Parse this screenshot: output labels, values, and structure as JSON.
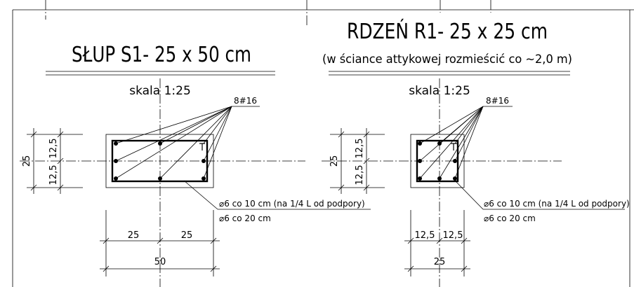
{
  "left": {
    "title": "SŁUP S1- 25 x 50 cm",
    "scale": "skala 1:25",
    "bars": "8#16",
    "stirrup1": "⌀6 co 10 cm (na 1/4 L od podpory)",
    "stirrup2": "⌀6 co 20 cm",
    "dim_h_total": "25",
    "dim_h_top": "12,5",
    "dim_h_bot": "12,5",
    "dim_w1": "25",
    "dim_w2": "25",
    "dim_w_total": "50"
  },
  "right": {
    "title": "RDZEŃ R1- 25 x 25 cm",
    "subtitle": "(w ściance attykowej rozmieścić co ~2,0 m)",
    "scale": "skala 1:25",
    "bars": "8#16",
    "stirrup1": "⌀6 co 10 cm (na 1/4 L od podpory)",
    "stirrup2": "⌀6 co 20 cm",
    "dim_h_total": "25",
    "dim_h_top": "12,5",
    "dim_h_bot": "12,5",
    "dim_w1": "12,5",
    "dim_w2": "12,5",
    "dim_w_total": "25"
  }
}
